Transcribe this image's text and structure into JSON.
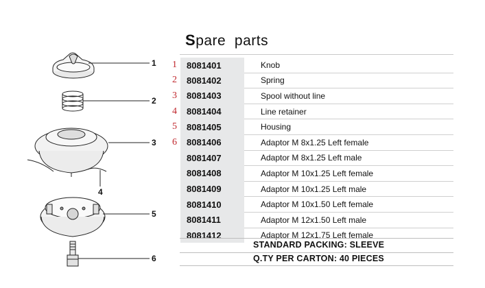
{
  "title": {
    "first_letter": "S",
    "rest": "pare  parts"
  },
  "parts": [
    {
      "ref": "1",
      "code": "8081401",
      "description": "Knob"
    },
    {
      "ref": "2",
      "code": "8081402",
      "description": "Spring"
    },
    {
      "ref": "3",
      "code": "8081403",
      "description": "Spool without line"
    },
    {
      "ref": "4",
      "code": "8081404",
      "description": "Line retainer"
    },
    {
      "ref": "5",
      "code": "8081405",
      "description": "Housing"
    },
    {
      "ref": "6",
      "code": "8081406",
      "description": "Adaptor M 8x1.25 Left female"
    },
    {
      "ref": "",
      "code": "8081407",
      "description": "Adaptor M 8x1.25 Left male"
    },
    {
      "ref": "",
      "code": "8081408",
      "description": "Adaptor M 10x1.25 Left female"
    },
    {
      "ref": "",
      "code": "8081409",
      "description": "Adaptor M 10x1.25 Left male"
    },
    {
      "ref": "",
      "code": "8081410",
      "description": "Adaptor M 10x1.50 Left female"
    },
    {
      "ref": "",
      "code": "8081411",
      "description": "Adaptor M 12x1.50 Left male"
    },
    {
      "ref": "",
      "code": "8081412",
      "description": "Adaptor M 12x1.75 Left female"
    }
  ],
  "packing": {
    "standard": "STANDARD PACKING: SLEEVE",
    "carton": "Q.TY PER CARTON: 40 PIECES"
  },
  "callouts": [
    "1",
    "2",
    "3",
    "4",
    "5",
    "6"
  ]
}
